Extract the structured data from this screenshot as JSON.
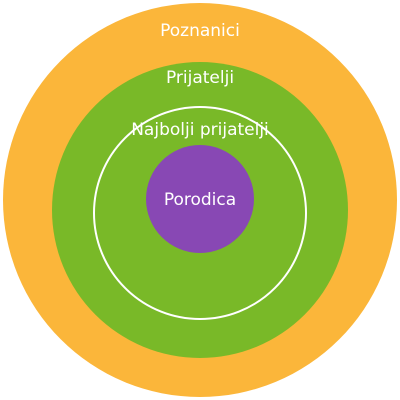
{
  "rings": [
    {
      "label": "Poznanici",
      "color": "#FBB63A"
    },
    {
      "label": "Prijatelji",
      "color": "#79B928"
    },
    {
      "label": "Najbolji prijatelji",
      "color": "#79B928"
    },
    {
      "label": "Porodica",
      "color": "#8848B4"
    }
  ],
  "separator_color": "#FFFFFF"
}
